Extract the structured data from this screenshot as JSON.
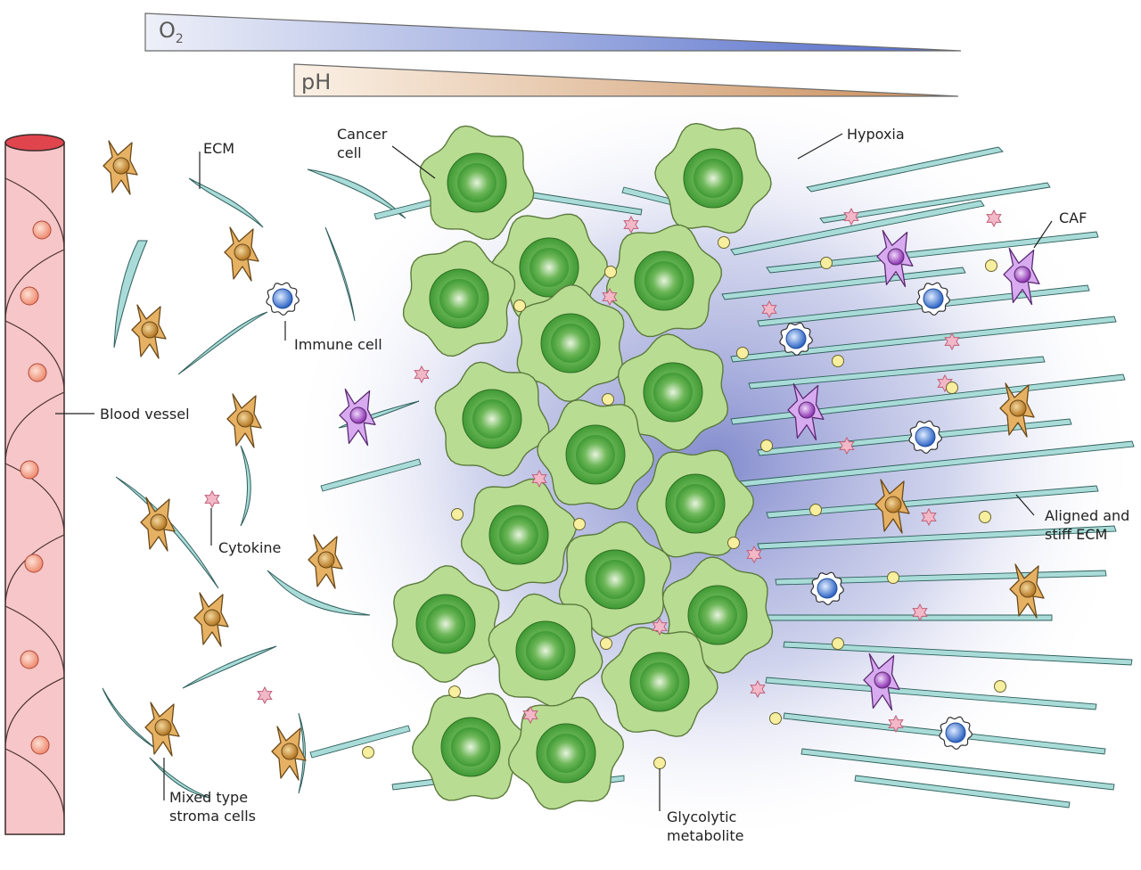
{
  "gradients": {
    "oxygen": {
      "label": "O",
      "subscript": "2",
      "color": "#6f86cf"
    },
    "ph": {
      "label": "pH",
      "color": "#cfa27a"
    }
  },
  "labels": {
    "ecm": "ECM",
    "cancer_cell": "Cancer\ncell",
    "hypoxia": "Hypoxia",
    "caf": "CAF",
    "immune_cell": "Immune cell",
    "blood_vessel": "Blood vessel",
    "cytokine": "Cytokine",
    "aligned_ecm": "Aligned and\nstiff ECM",
    "stroma_cells": "Mixed type\nstroma cells",
    "glycolytic": "Glycolytic\nmetabolite"
  },
  "colors": {
    "vessel": "#f6c6c8",
    "vessel_top": "#e0454d",
    "cancer_cell": "#b9dc93",
    "cancer_nucleus": "#3f9a34",
    "stroma_cell": "#e6b163",
    "caf": "#c995e2",
    "immune": "#4a86d6",
    "ecm_fiber": "#a9dcd8",
    "cytokine": "#f2b8c8",
    "metabolite": "#f7ef9e",
    "hypoxia": "#8e96d0"
  }
}
